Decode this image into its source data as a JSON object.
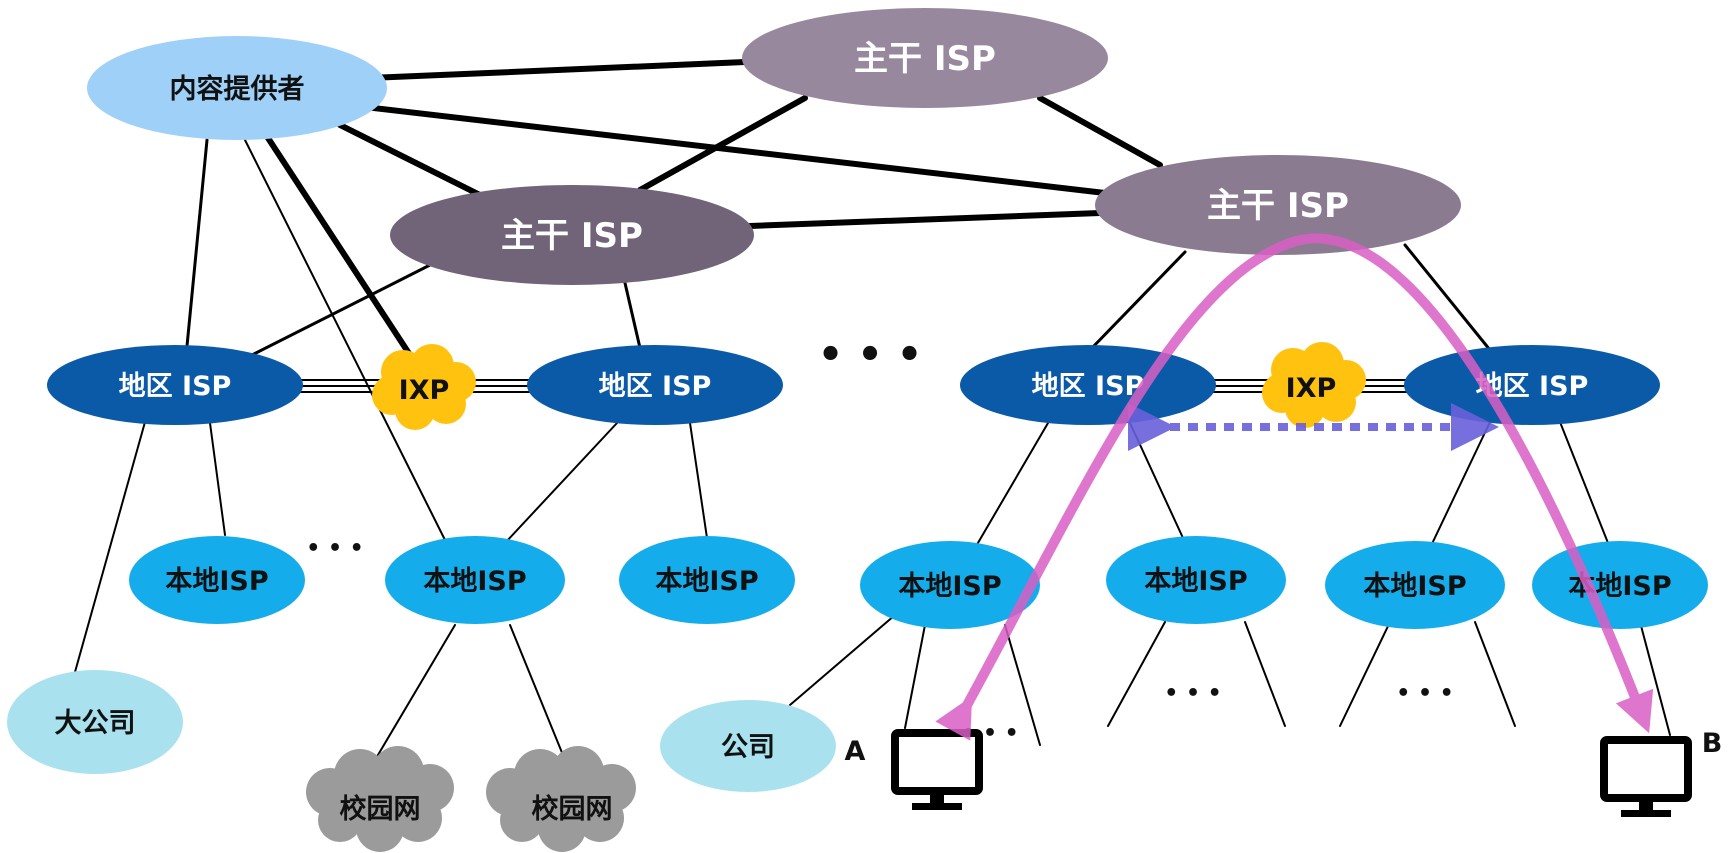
{
  "colors": {
    "backbone": "#7a6a82",
    "backbone_light": "#9a8aa2",
    "regional": "#0b5aa8",
    "local": "#14acea",
    "content": "#9fd0f7",
    "enterprise": "#a9e2ee",
    "ixp": "#ffc20e",
    "campus": "#9b9b9b",
    "path": "#d95fc5",
    "peering": "#6a60dc"
  },
  "nodes": {
    "content_provider": "内容提供者",
    "backbone_top": "主干 ISP",
    "backbone_left": "主干 ISP",
    "backbone_right": "主干 ISP",
    "regional_1": "地区 ISP",
    "regional_2": "地区 ISP",
    "regional_3": "地区 ISP",
    "regional_4": "地区 ISP",
    "ixp_left": "IXP",
    "ixp_right": "IXP",
    "local_1": "本地ISP",
    "local_2": "本地ISP",
    "local_3": "本地ISP",
    "local_4": "本地ISP",
    "local_5": "本地ISP",
    "local_6": "本地ISP",
    "local_7": "本地ISP",
    "big_company": "大公司",
    "company": "公司",
    "campus_1": "校园网",
    "campus_2": "校园网"
  },
  "ellipses": {
    "middle": "• • •",
    "local_left": "• • •",
    "host_a_side": "• • •",
    "local_6_below": "• • •",
    "local_7_below": "• • •"
  },
  "hosts": {
    "a_label": "A",
    "b_label": "B",
    "icon": "monitor-icon"
  }
}
